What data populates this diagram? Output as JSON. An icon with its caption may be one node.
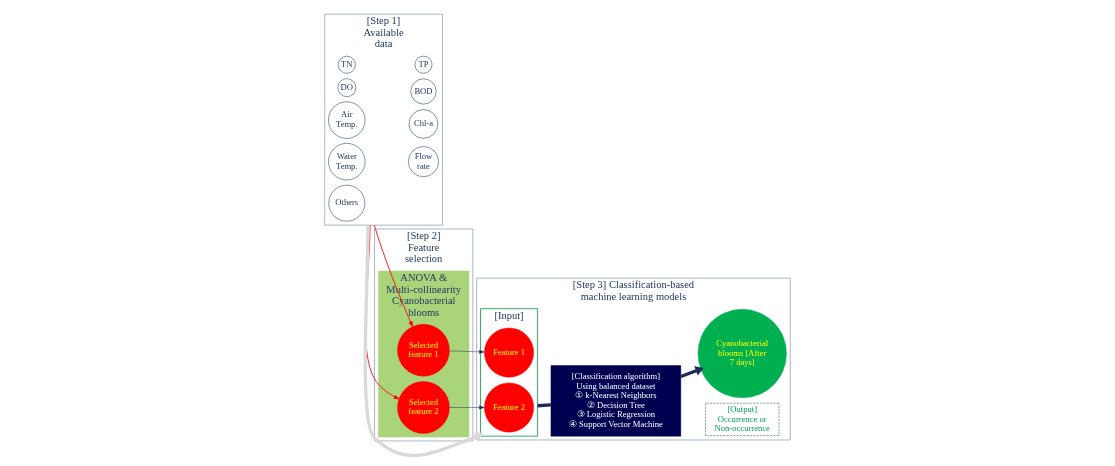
{
  "diagram": {
    "nodes": [
      {
        "text": [
          "[Step 1] Available data"
        ]
      },
      {
        "text": [
          "TN"
        ],
        "in": 0
      },
      {
        "text": [
          "TP"
        ],
        "in": 0
      },
      {
        "text": [
          "DO"
        ],
        "in": 0
      },
      {
        "text": [
          "BOD"
        ],
        "in": 0
      },
      {
        "text": [
          "Water Temp."
        ],
        "in": 0
      },
      {
        "text": [
          "Flow rate"
        ],
        "in": 0
      },
      {
        "text": [
          "Air Temp."
        ],
        "in": 0
      },
      {
        "text": [
          "Chl-a"
        ],
        "in": 0
      },
      {
        "text": [
          "Others"
        ],
        "in": 0
      },
      {
        "text": [
          "[Step 2] Feature selection"
        ]
      },
      {
        "text": [
          "ANOVA & Multi-collinearity",
          "Cyanobacterial blooms"
        ],
        "in": 10
      },
      {
        "text": [
          "Selected feature 1"
        ],
        "in": 11
      },
      {
        "text": [
          "Selected feature 2"
        ],
        "in": 11
      },
      {
        "text": [
          "[Step 3] Classification-based machine learning models"
        ]
      },
      {
        "text": [
          "[Input]"
        ],
        "in": 14
      },
      {
        "text": [
          "Feature 1"
        ],
        "in": 15
      },
      {
        "text": [
          "Feature 2"
        ],
        "in": 15
      },
      {
        "text": [
          "[Classification algorithm]",
          "Using balanced dataset",
          "① k-Nearest Neighbors",
          "② Decision Tree",
          "③ Logistic Regression",
          "④ Support Vector Machine"
        ],
        "in": 14
      },
      {
        "text": [
          "[Output]",
          "Occurrence or Non-occurrence"
        ],
        "in": 14
      },
      {
        "text": [
          "Cyanobacterial blooms [After 7 days]"
        ],
        "in": 14
      }
    ],
    "edges": [
      {
        "from": 0,
        "to": 15,
        "arrow": "to",
        "style": "thick",
        "color": "#d9d9d9"
      },
      {
        "from": 0,
        "to": 12,
        "arrow": "to",
        "color": "#ff0000"
      },
      {
        "from": 0,
        "to": 13,
        "arrow": "to",
        "color": "#ff0000"
      },
      {
        "from": 12,
        "to": 16,
        "arrow": "to"
      },
      {
        "from": 13,
        "to": 17,
        "arrow": "to"
      },
      {
        "from": 15,
        "to": 18,
        "arrow": "none",
        "style": "thick"
      },
      {
        "from": 18,
        "to": 20,
        "arrow": "to",
        "style": "thick"
      }
    ]
  }
}
